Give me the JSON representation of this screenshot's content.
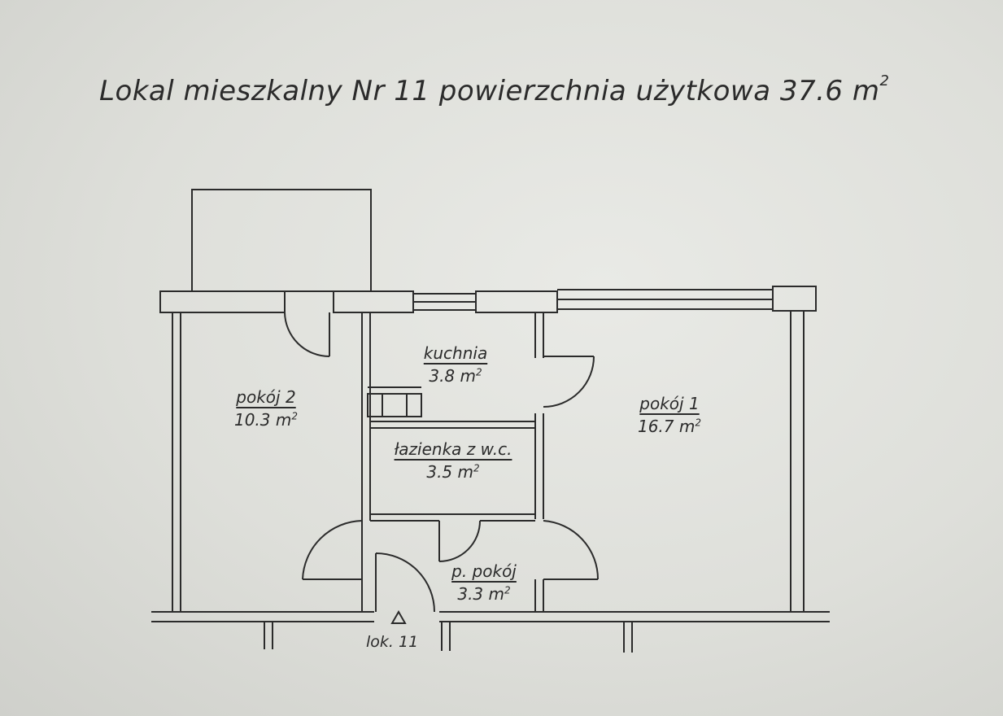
{
  "title": {
    "text": "Lokal mieszkalny Nr 11 powierzchnia użytkowa 37.6 m",
    "sup": "2"
  },
  "rooms": [
    {
      "name": "pokój 2",
      "area": "10.3 m",
      "sup": "2"
    },
    {
      "name": "kuchnia",
      "area": "3.8 m",
      "sup": "2"
    },
    {
      "name": "łazienka z w.c.",
      "area": "3.5 m",
      "sup": "2"
    },
    {
      "name": "pokój 1",
      "area": "16.7 m",
      "sup": "2"
    },
    {
      "name": "p. pokój",
      "area": "3.3 m",
      "sup": "2"
    }
  ],
  "entrance": "lok. 11",
  "colors": {
    "ink": "#2b2b2b",
    "paper": "#e4e5e0"
  }
}
